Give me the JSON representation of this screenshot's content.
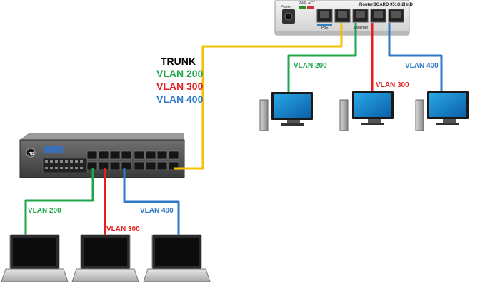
{
  "colors": {
    "trunk": "#F5C000",
    "vlan200": "#1FA54A",
    "vlan300": "#E41E1E",
    "vlan400": "#2F7AC8"
  },
  "trunk": {
    "title": "TRUNK",
    "vlans": [
      "VLAN 200",
      "VLAN 300",
      "VLAN 400"
    ]
  },
  "router": {
    "model_text": "RouterBOARD 951G 2HnD",
    "labels": [
      "Power",
      "PWR",
      "ACT",
      "PoE",
      "Ethernet"
    ]
  },
  "switch": {
    "brand_icon": "hp-logo-icon"
  },
  "desktops": [
    {
      "vlan_label": "VLAN 200"
    },
    {
      "vlan_label": "VLAN 300"
    },
    {
      "vlan_label": "VLAN 400"
    }
  ],
  "laptops": [
    {
      "vlan_label": "VLAN 200"
    },
    {
      "vlan_label": "VLAN 300"
    },
    {
      "vlan_label": "VLAN 400"
    }
  ]
}
